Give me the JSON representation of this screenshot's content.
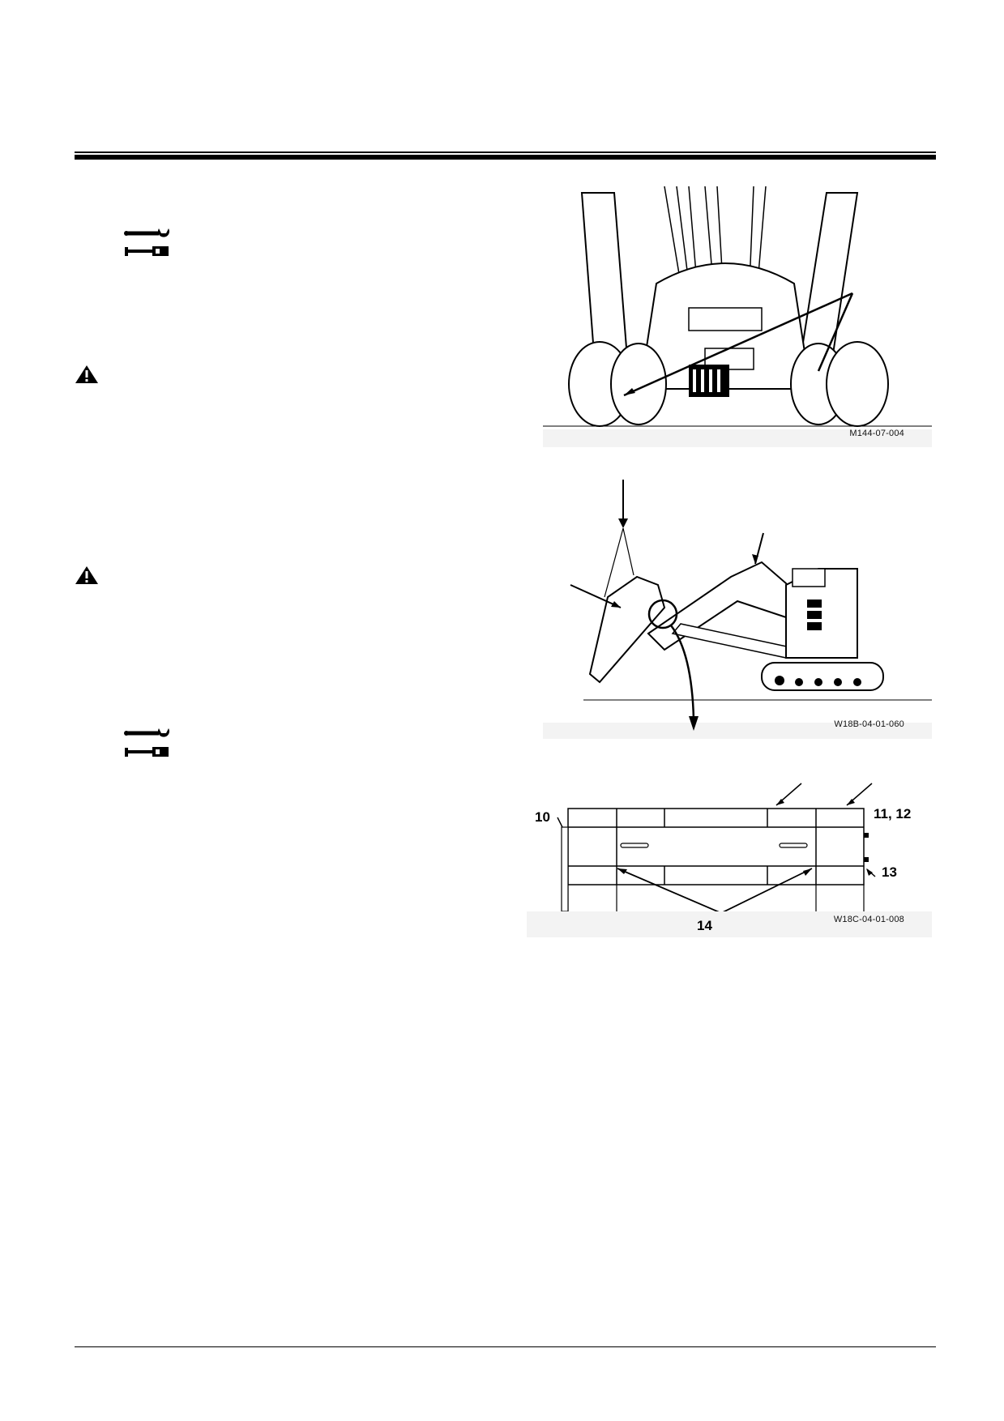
{
  "figures": [
    {
      "caption": "M144-07-004",
      "icon": "hose-disconnect-illustration"
    },
    {
      "caption": "W18B-04-01-060",
      "icon": "excavator-boom-lift-illustration"
    },
    {
      "caption": "W18C-04-01-008",
      "icon": "boom-pin-detail-illustration",
      "callouts": {
        "c10": "10",
        "c1112": "11, 12",
        "c13": "13",
        "c14": "14"
      }
    }
  ],
  "icons": [
    "wrench-icon",
    "torque-wrench-icon",
    "warning-triangle-icon"
  ],
  "colors": {
    "ink": "#000000",
    "paper": "#ffffff",
    "figure_bg": "#f3f3f3"
  }
}
